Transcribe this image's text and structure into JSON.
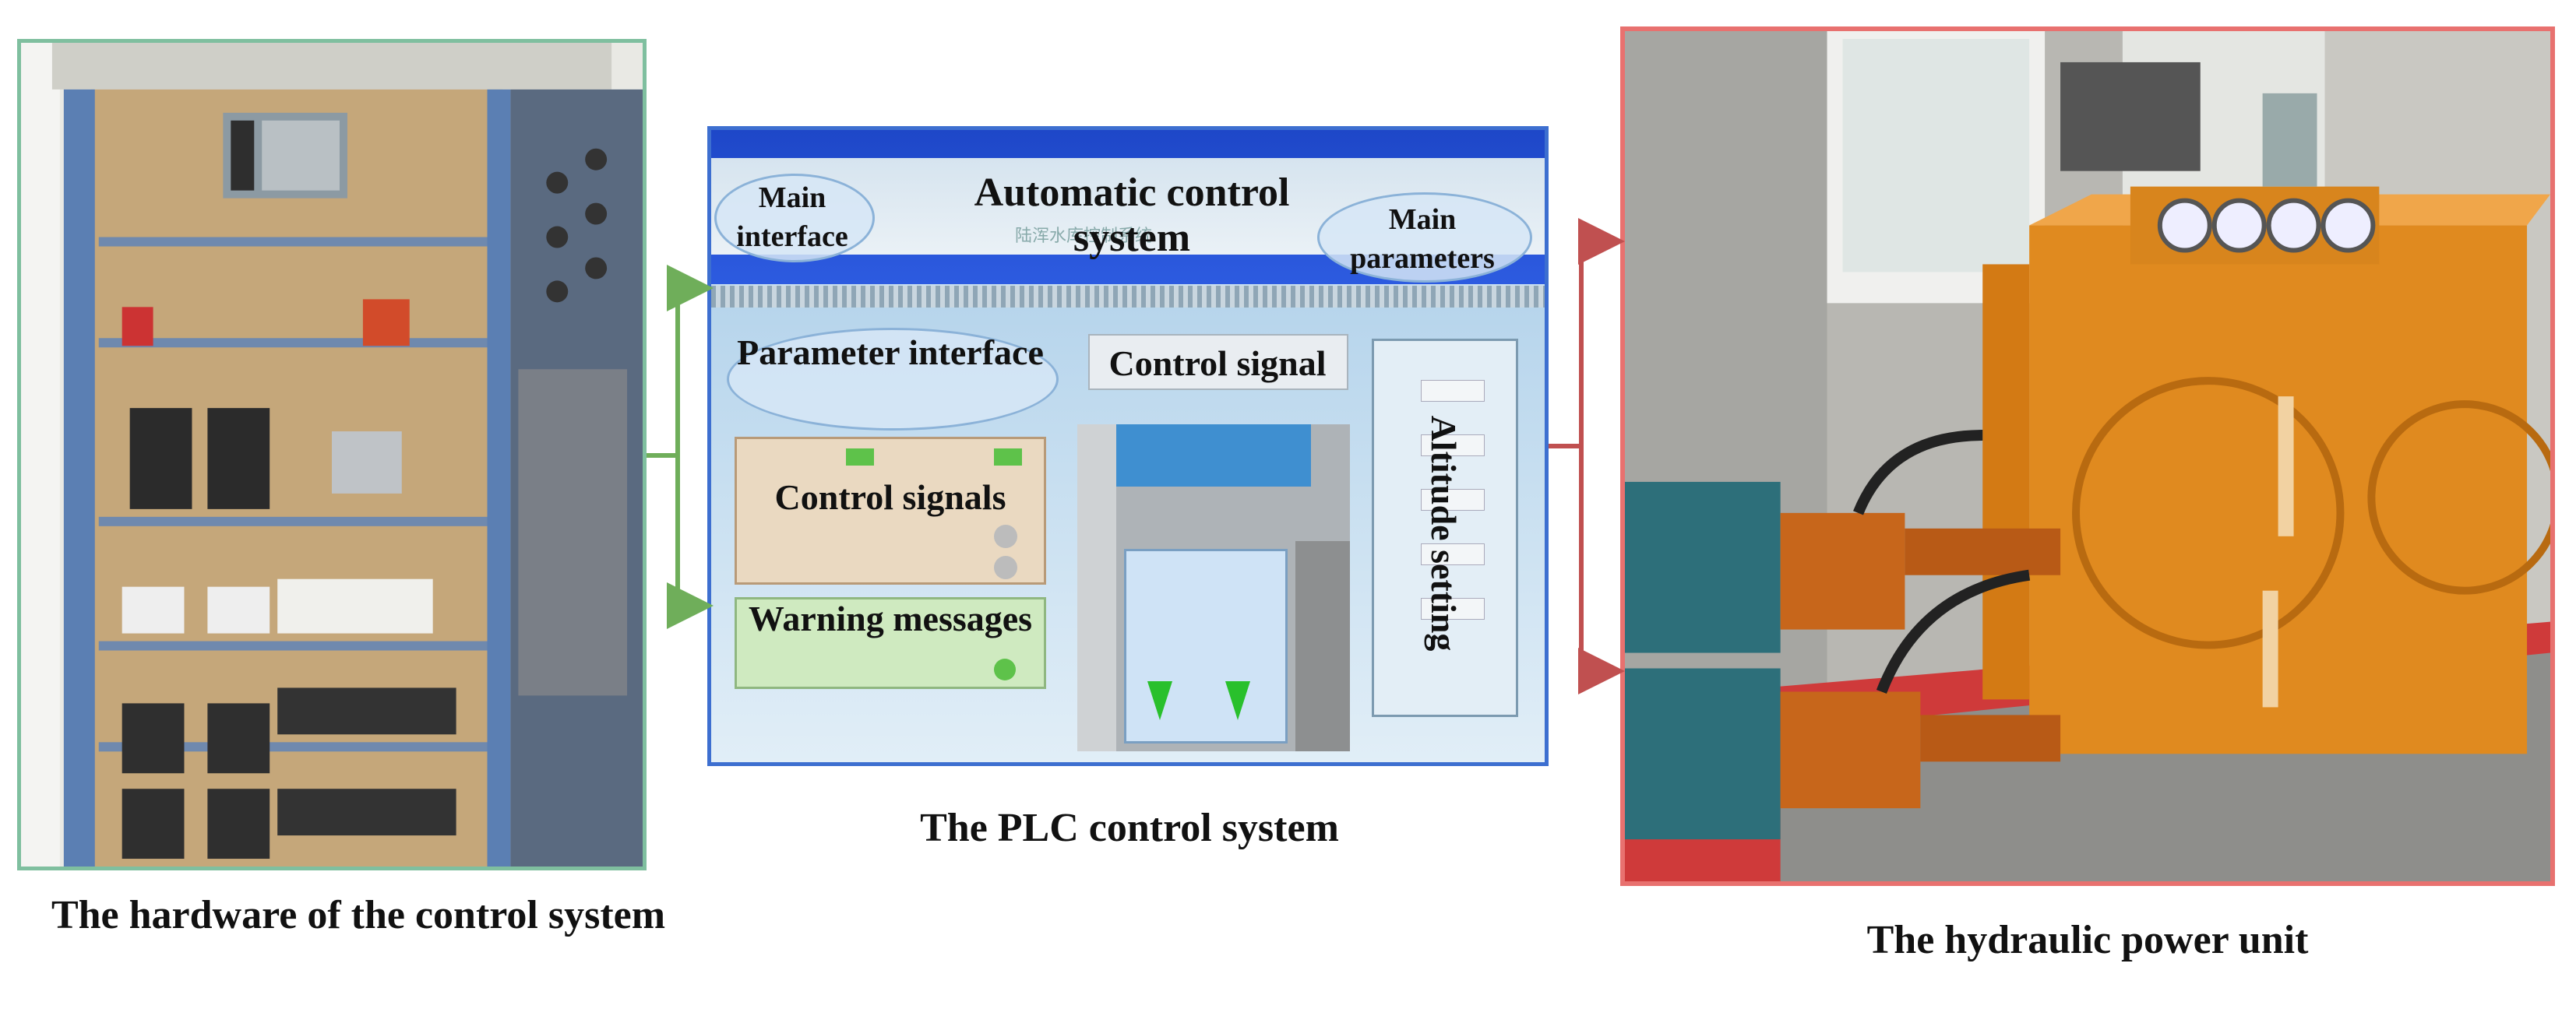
{
  "plc": {
    "main_interface": "Main interface",
    "title": "Automatic control system",
    "title_cn": "陆浑水库控制系统",
    "main_parameters": "Main parameters",
    "parameter_interface": "Parameter interface",
    "control_signal": "Control signal",
    "control_signals": "Control signals",
    "warning_messages": "Warning messages",
    "altitude_setting": "Altitude setting"
  },
  "captions": {
    "hardware": "The hardware of the control system",
    "plc": "The PLC control system",
    "hydraulic": "The hydraulic power unit"
  },
  "colors": {
    "hardware_border": "#7fbf9f",
    "plc_border": "#3d6fd0",
    "hydraulic_border": "#e8716f",
    "green_arrow": "#6fae5a",
    "red_arrow": "#c05050"
  }
}
